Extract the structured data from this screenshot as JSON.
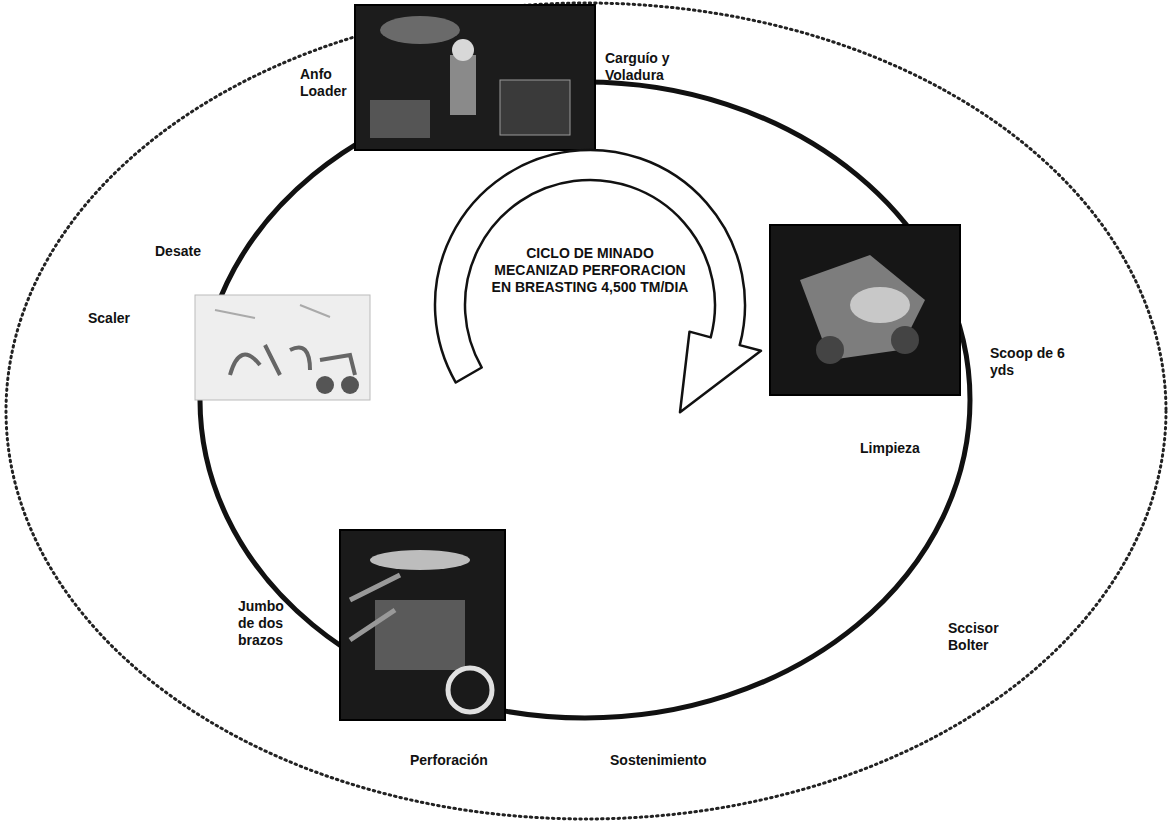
{
  "diagram": {
    "nodes": [
      {
        "text": [
          "CICLO DE MINADO MECANIZAD PERFORACION EN BREASTING 4,500 TM/DIA"
        ]
      }
    ],
    "labels": [
      "Anfo Loader",
      "Carguío y Voladura",
      "Desate",
      "Scaler",
      "Scoop de 6 yds",
      "Limpieza",
      "Jumbo de dos brazos",
      "Sccisor Bolter",
      "Perforación",
      "Sostenimiento"
    ]
  }
}
